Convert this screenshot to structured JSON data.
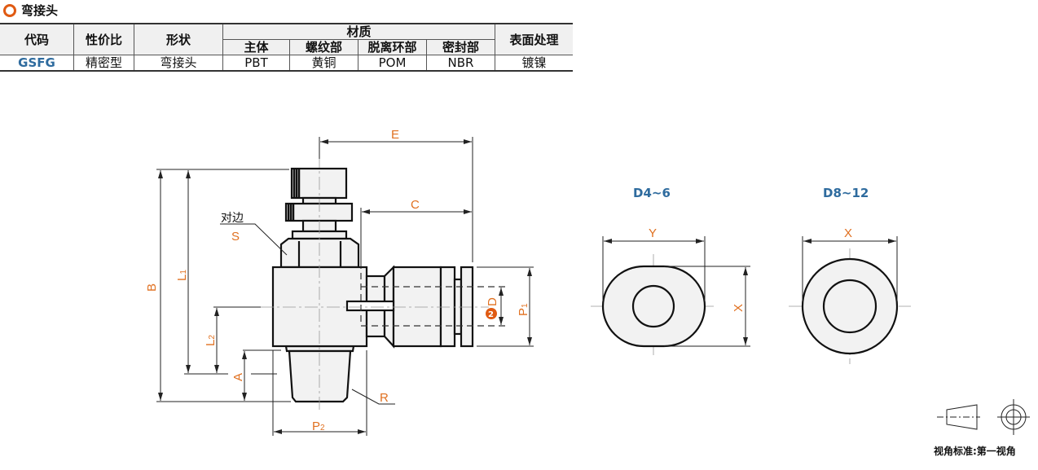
{
  "section_title": "弯接头",
  "table": {
    "headers": {
      "code": "代码",
      "grade": "性价比",
      "shape": "形状",
      "material": "材质",
      "surface": "表面处理"
    },
    "material_sub": [
      "主体",
      "螺纹部",
      "脱离环部",
      "密封部"
    ],
    "row": {
      "code": "GSFG",
      "grade": "精密型",
      "shape": "弯接头",
      "body": "PBT",
      "thread": "黄铜",
      "release_ring": "POM",
      "seal": "NBR",
      "surface": "镀镍"
    }
  },
  "drawing": {
    "labels": {
      "E": "E",
      "C": "C",
      "B": "B",
      "L1": "L",
      "L1_sub": "1",
      "L2": "L",
      "L2_sub": "2",
      "A": "A",
      "S": "S",
      "across_flats": "对边",
      "R": "R",
      "P2": "P",
      "P2_sub": "2",
      "P1": "P",
      "P1_sub": "1",
      "D": "D",
      "D_marker": "2"
    },
    "view1": {
      "title": "D4~6",
      "Y": "Y",
      "X": "X"
    },
    "view2": {
      "title": "D8~12",
      "X": "X"
    }
  },
  "projection_caption": "视角标准:第一视角",
  "colors": {
    "accent": "#e07020",
    "code_blue": "#2e6b9e"
  }
}
